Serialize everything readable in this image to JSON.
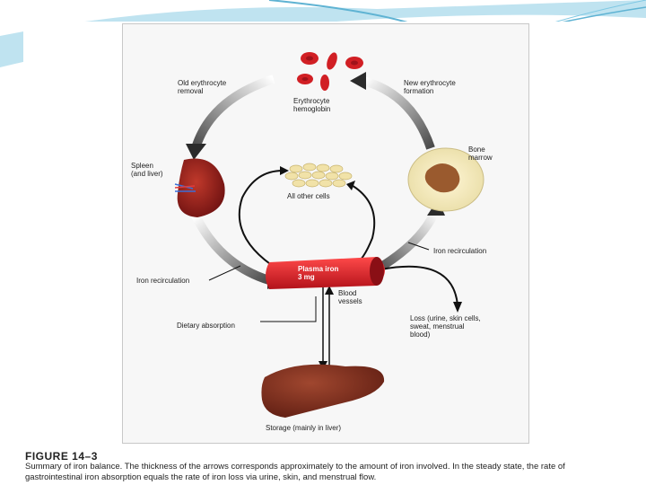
{
  "diagram": {
    "labels": {
      "old_erythrocyte_removal": "Old erythrocyte\nremoval",
      "erythrocyte_hemoglobin": "Erythrocyte\nhemoglobin",
      "new_erythrocyte_formation": "New erythrocyte\nformation",
      "spleen": "Spleen\n(and liver)",
      "bone_marrow": "Bone\nmarrow",
      "all_other_cells": "All other cells",
      "iron_recirculation_left": "Iron recirculation",
      "iron_recirculation_right": "Iron recirculation",
      "plasma_iron": "Plasma iron\n3 mg",
      "blood_vessels": "Blood\nvessels",
      "dietary_absorption": "Dietary absorption",
      "loss": "Loss (urine, skin cells,\nsweat, menstrual\nblood)",
      "storage": "Storage (mainly in liver)"
    }
  },
  "caption": {
    "figure_number": "FIGURE 14–3",
    "text": "Summary of iron balance. The thickness of the arrows corresponds approximately to the amount of iron involved. In the steady state, the rate of gastrointestinal iron absorption equals the rate of iron loss via urine, skin, and menstrual flow."
  },
  "colors": {
    "accent_blue": "#7ec8e3",
    "blood_red": "#d11f24",
    "organ_red": "#8b1c1c",
    "arrow_dark": "#2b2b2b"
  }
}
